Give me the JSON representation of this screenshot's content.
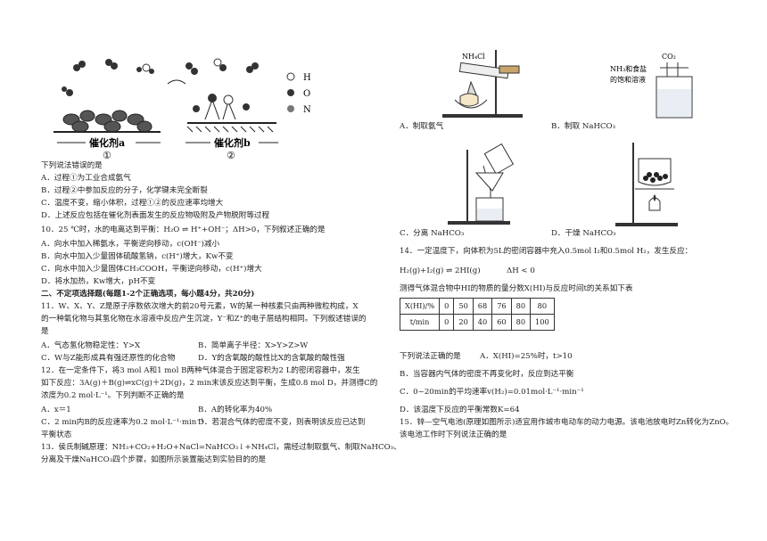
{
  "figure_catalyst": {
    "label1": "催化剂a",
    "label2": "催化剂b",
    "num1": "①",
    "num2": "②",
    "legend": [
      "H",
      "O",
      "N"
    ]
  },
  "q9": {
    "stem": "下列说法错误的是",
    "A": "A．过程①为工业合成氨气",
    "B": "B．过程②中参加反应的分子，化学键未完全断裂",
    "C": "C．温度不变，缩小体积，过程①②的反应速率均增大",
    "D": "D．上述反应包括在催化剂表面发生的反应物吸附及产物脱附等过程"
  },
  "q10": {
    "stem": "10．25 ℃时，水的电离达到平衡：H₂O ⇌ H⁺+OH⁻；ΔH>0，下列叙述正确的是",
    "A": "A．向水中加入稀氨水，平衡逆向移动，c(OH⁻)减小",
    "B": "B．向水中加入少量固体硫酸氢钠，c(H⁺)增大，Kw不变",
    "C": "C．向水中加入少量固体CH₃COOH，平衡逆向移动，c(H⁺)增大",
    "D": "D．将水加热，Kw增大，pH不变"
  },
  "section2": "二、不定项选择题(每题1-2个正确选项，每小题4分，共20分)",
  "q11": {
    "l1": "11．W、X、Y、Z是原子序数依次增大的前20号元素，W的某一种核素只由两种微粒构成，X",
    "l2": "的一种氧化物与其氢化物在水溶液中反应产生沉淀，Y⁻和Z⁺的电子层结构相同。下列叙述错误的",
    "l3": "是",
    "A": "A．气态氢化物稳定性：Y>X",
    "B": "B．简单离子半径：X>Y>Z>W",
    "C": "C．W与Z能形成具有强还原性的化合物",
    "D": "D．Y的含氧酸的酸性比X的含氧酸的酸性强"
  },
  "q12": {
    "l1": "12．在一定条件下，将3 mol A和1 mol B两种气体混合于固定容积为2 L的密闭容器中，发生",
    "l2": "如下反应：3A(g)＋B(g)⇌xC(g)＋2D(g)，2 min末该反应达到平衡，生成0.8 mol D，并测得C的",
    "l3": "浓度为0.2 mol·L⁻¹。下列判断不正确的是",
    "A": "A．x＝1",
    "B": "B．A的转化率为40%",
    "C": "C．2 min内B的反应速率为0.2 mol·L⁻¹·min⁻¹",
    "D1": "D．若混合气体的密度不变，则表明该反应已达到",
    "D2": "平衡状态"
  },
  "q13": {
    "l1": "13．侯氏制碱原理：NH₃+CO₂+H₂O+NaCl=NaHCO₃↓+NH₄Cl，需经过制取氨气、制取NaHCO₃、",
    "l2": "分离及干燥NaHCO₃四个步骤，如图所示装置能达到实验目的的是"
  },
  "apparatus": {
    "A": "A．制取氨气",
    "B": "B．制取 NaHCO₃",
    "C": "C．分离 NaHCO₃",
    "D": "D．干燥 NaHCO₃",
    "nh4cl": "NH₄Cl",
    "co2": "CO₂",
    "sol1": "NH₃和食盐",
    "sol2": "的饱和溶液"
  },
  "q14": {
    "l1": "14．一定温度下，向体积为5L的密闭容器中充入0.5mol I₂和0.5mol H₂，发生反应：",
    "eq": "H₂(g)+I₂(g) ⇌ 2HI(g)",
    "dh": "ΔH < 0",
    "l2": "测得气体混合物中HI的物质的量分数X(HI)与反应时间t的关系如下表",
    "table": {
      "row1_header": "X(HI)/%",
      "row1": [
        "0",
        "50",
        "68",
        "76",
        "80",
        "80"
      ],
      "row2_header": "t/min",
      "row2": [
        "0",
        "20",
        "40",
        "60",
        "80",
        "100"
      ]
    },
    "stem": "下列说法正确的是",
    "A": "A．X(HI)=25%时，t>10",
    "B": "B．当容器内气体的密度不再变化时，反应到达平衡",
    "C": "C．0~20min的平均速率v(H₂)=0.01mol·L⁻¹·min⁻¹",
    "D": "D．该温度下反应的平衡常数K=64"
  },
  "q15": {
    "l1": "15．锌—空气电池(原理如图所示)适宜用作城市电动车的动力电源。该电池放电时Zn转化为ZnO。",
    "l2": "该电池工作时下列说法正确的是"
  }
}
